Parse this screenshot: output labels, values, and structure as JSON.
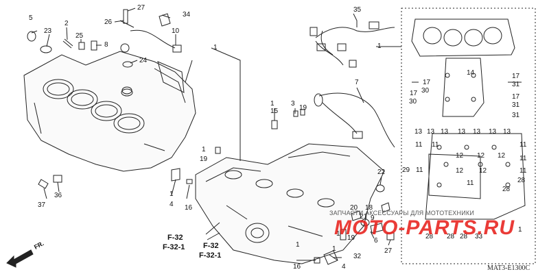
{
  "callouts": {
    "n1a": "1",
    "n1b": "1",
    "n1c": "1",
    "n1d": "1",
    "n1e": "1",
    "n1f": "1",
    "n1g": "1",
    "n1h": "1",
    "n2": "2",
    "n3": "3",
    "n4a": "4",
    "n4b": "4",
    "n5": "5",
    "n6": "6",
    "n7": "7",
    "n8": "8",
    "n9": "9",
    "n10": "10",
    "n11": "11",
    "n12": "12",
    "n13": "13",
    "n14": "14",
    "n15": "15",
    "n16a": "16",
    "n16b": "16",
    "n17": "17",
    "n18": "18",
    "n19a": "19",
    "n19b": "19",
    "n19c": "19",
    "n20": "20",
    "n21": "21",
    "n22": "22",
    "n23": "23",
    "n24": "24",
    "n25": "25",
    "n26": "26",
    "n27a": "27",
    "n27b": "27",
    "n28": "28",
    "n29": "29",
    "n30": "30",
    "n31": "31",
    "n32": "32",
    "n33": "33",
    "n34": "34",
    "n35": "35",
    "n36": "36",
    "n37": "37"
  },
  "references": {
    "f32": "F-32",
    "f321": "F-32-1"
  },
  "direction": "FR.",
  "diagram_code": "MAT3-E1300C",
  "watermark": {
    "line1": "ЗАПЧАСТИ АКСЕССУАРЫ ДЛЯ МОТОТЕХНИКИ",
    "line2": "MOTO-PARTS.RU",
    "color": "#e8211c"
  }
}
